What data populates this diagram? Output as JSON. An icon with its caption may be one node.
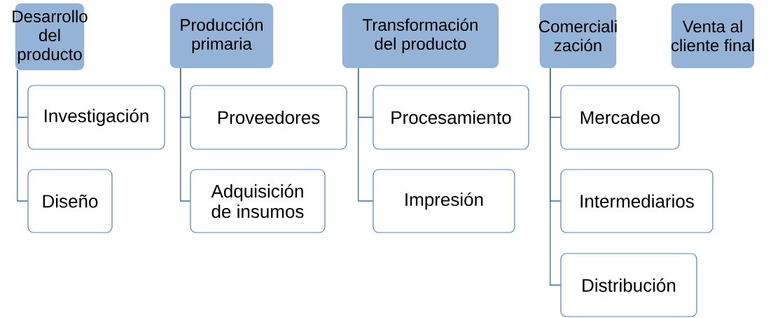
{
  "diagram": {
    "nodes": [
      {
        "text": [
          "Desarrollo del producto"
        ]
      },
      {
        "text": [
          "Producción primaria"
        ]
      },
      {
        "text": [
          "Transformación del producto"
        ]
      },
      {
        "text": [
          "Comerciali zación"
        ]
      },
      {
        "text": [
          "Venta al cliente final"
        ]
      },
      {
        "text": [
          "Investigación"
        ]
      },
      {
        "text": [
          "Diseño"
        ]
      },
      {
        "text": [
          "Proveedores"
        ]
      },
      {
        "text": [
          "Adquisición de insumos"
        ]
      },
      {
        "text": [
          "Procesamiento"
        ]
      },
      {
        "text": [
          "Impresión"
        ]
      },
      {
        "text": [
          "Mercadeo"
        ]
      },
      {
        "text": [
          "Intermediarios"
        ]
      },
      {
        "text": [
          "Distribución"
        ]
      }
    ],
    "edges": [
      {
        "from": 0,
        "to": 5,
        "arrow": "none"
      },
      {
        "from": 0,
        "to": 6,
        "arrow": "none"
      },
      {
        "from": 1,
        "to": 7,
        "arrow": "none"
      },
      {
        "from": 1,
        "to": 8,
        "arrow": "none"
      },
      {
        "from": 2,
        "to": 9,
        "arrow": "none"
      },
      {
        "from": 2,
        "to": 10,
        "arrow": "none"
      },
      {
        "from": 3,
        "to": 11,
        "arrow": "none"
      },
      {
        "from": 3,
        "to": 12,
        "arrow": "none"
      },
      {
        "from": 3,
        "to": 13,
        "arrow": "none"
      }
    ]
  }
}
